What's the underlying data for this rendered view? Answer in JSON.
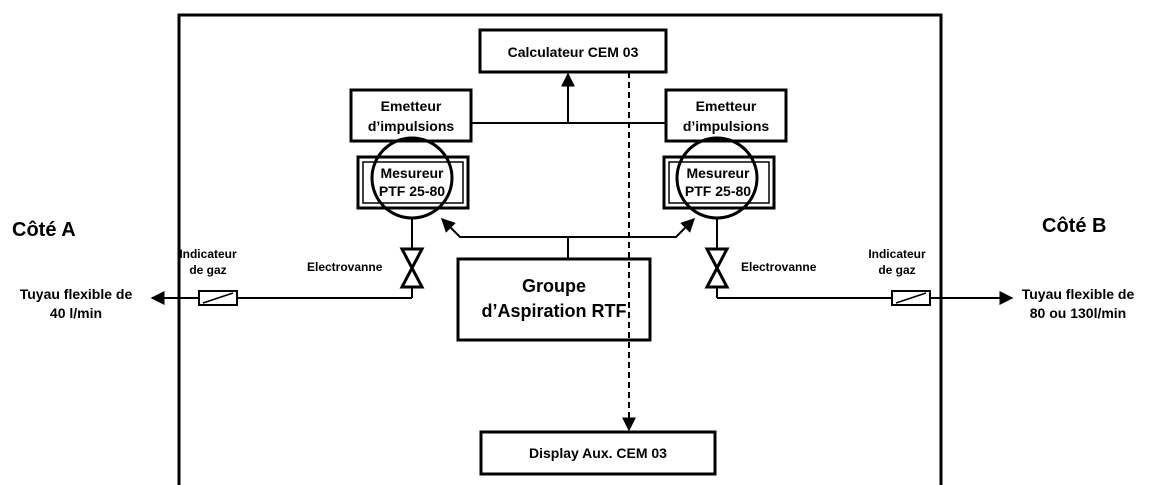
{
  "side_a": {
    "title": "Côté A"
  },
  "side_b": {
    "title": "Côté B"
  },
  "calculateur": {
    "label": "Calculateur CEM 03"
  },
  "emetteur_left": {
    "line1": "Emetteur",
    "line2": "d’impulsions"
  },
  "emetteur_right": {
    "line1": "Emetteur",
    "line2": "d’impulsions"
  },
  "mesureur_left": {
    "line1": "Mesureur",
    "line2": "PTF 25-80"
  },
  "mesureur_right": {
    "line1": "Mesureur",
    "line2": "PTF 25-80"
  },
  "electrovanne_left": {
    "label": "Electrovanne"
  },
  "electrovanne_right": {
    "label": "Electrovanne"
  },
  "indicateur_left": {
    "line1": "Indicateur",
    "line2": "de gaz"
  },
  "indicateur_right": {
    "line1": "Indicateur",
    "line2": "de gaz"
  },
  "groupe": {
    "line1": "Groupe",
    "line2": "d’Aspiration RTF"
  },
  "hose_left": {
    "line1": "Tuyau flexible de",
    "line2": "40 l/min"
  },
  "hose_right": {
    "line1": "Tuyau flexible de",
    "line2": "80 ou 130l/min"
  },
  "display": {
    "label": "Display Aux. CEM 03"
  }
}
